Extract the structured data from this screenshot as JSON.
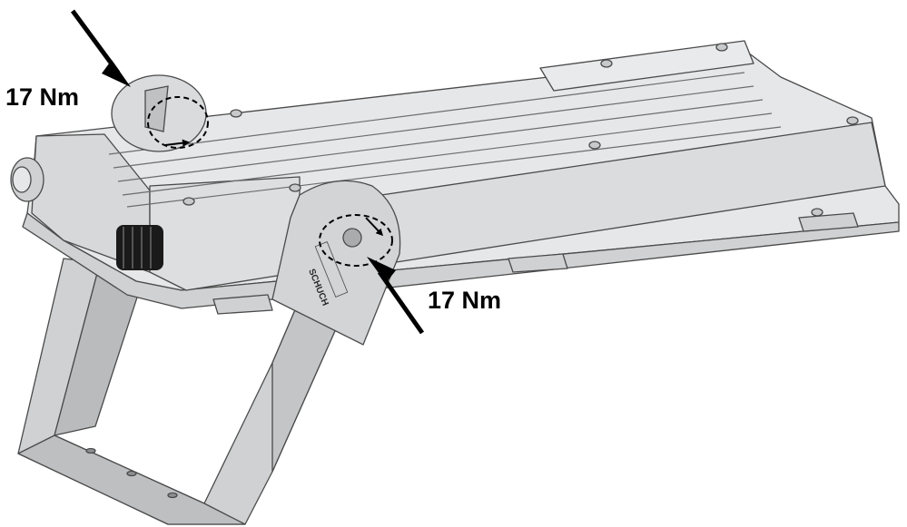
{
  "labels": {
    "torque_left": "17 Nm",
    "torque_right": "17 Nm"
  },
  "brand_mark": "SCHUCH",
  "colors": {
    "housing_fill": "#e6e7e8",
    "housing_dark": "#bfc1c3",
    "bracket_fill": "#d0d2d3",
    "line": "#4a4a4a",
    "arrow": "#000000"
  }
}
